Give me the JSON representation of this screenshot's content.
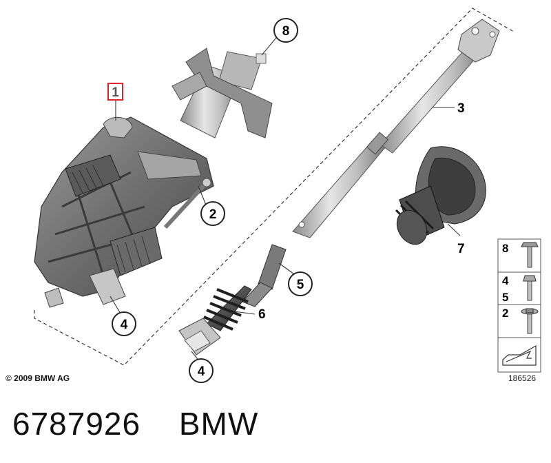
{
  "diagram": {
    "callouts": {
      "c1": "1",
      "c2": "2",
      "c3": "3",
      "c4a": "4",
      "c4b": "4",
      "c5": "5",
      "c6": "6",
      "c7": "7",
      "c8": "8"
    },
    "legend": {
      "row1": "8",
      "row2a": "4",
      "row2b": "5",
      "row3": "2"
    },
    "highlight_color": "#d9262b"
  },
  "copyright": "© 2009 BMW AG",
  "diagram_id": "186526",
  "footer": {
    "part_number": "6787926",
    "brand": "BMW"
  }
}
